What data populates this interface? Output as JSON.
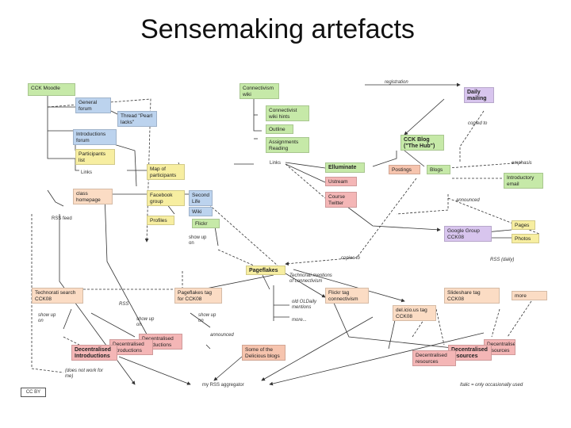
{
  "title": "Sensemaking artefacts",
  "colors": {
    "green": "#c6e9a8",
    "blue": "#bcd3ee",
    "yellow": "#f7eea1",
    "salmon": "#f6c4ae",
    "purple": "#d8c5ee",
    "pink": "#f4b6b6",
    "peach": "#fbdcc4"
  },
  "nodes": {
    "cck_moodle": "CCK Moodle",
    "general_forum": "General forum",
    "thread": "Thread \"Pearl lacks\"",
    "introductions_forum": "Introductions forum",
    "participants_list": "Participants list",
    "links": "Links",
    "map": "Map of participants",
    "class_homepage": "class homepage",
    "facebook": "Facebook group",
    "rss_feed": "RSS feed",
    "second_life": "Second Life",
    "wiki": "Wiki",
    "profiles": "Profiles",
    "flickr": "Flickr",
    "wiki_top": "Connectivism wiki",
    "schedule": "Connectivist wiki hints",
    "outline": "Outline",
    "assignments": "Assignments Reading",
    "elluminate": "Elluminate",
    "ustream": "Ustream",
    "twitter": "Course Twitter",
    "daily": "Daily mailing",
    "blog": "CCK Blog (\"The Hub\")",
    "postings": "Postings",
    "blogs": "Blogs",
    "intro_email": "Introductory email",
    "google_group": "Google Group CCK08",
    "pages": "Pages",
    "photos": "Photos",
    "pageflakes": "Pageflakes",
    "technorati": "Technorati mentions of connectivism",
    "old_oldaily": "old OLDaily mentions",
    "more_list": "more...",
    "technorati_search": "Technorati search CCK08",
    "pageflakes_tag": "Pageflakes tag for CCK08",
    "flickr_tag": "Flickr tag connectivism",
    "slideshare": "Slideshare tag CCK08",
    "more_right": "more",
    "delicious_tag": "del.icio.us tag CCK08",
    "decentralised_intro": "Decentralised introductions",
    "decentralised_intro_back": "Decentralised Introductions",
    "decentralised_intro_front": "Decentralised Introductions",
    "delicious_blogs": "Some of the Delicious blogs",
    "decentral_resources": "Decentralised resources",
    "decentral_res_front": "Decentralised resources",
    "decentral_res_back": "Decentralised resources",
    "aggregator": "my RSS aggregator"
  },
  "labels": {
    "registration": "registration",
    "copied_to": "copied to",
    "emphasis": "emphasis",
    "announced": "announced",
    "rss": "RSS",
    "show_up_on": "show up on",
    "show_up_on_2": "show up on",
    "show_up_on_3": "show up on",
    "show_up_on_4": "show up on",
    "copies_to": "copies to",
    "rss_2": "RSS (daily)",
    "announced_2": "announced",
    "does_not_work": "(does not work for me)",
    "italic_note": "Italic = only occasionally used",
    "cc": "CC BY"
  }
}
